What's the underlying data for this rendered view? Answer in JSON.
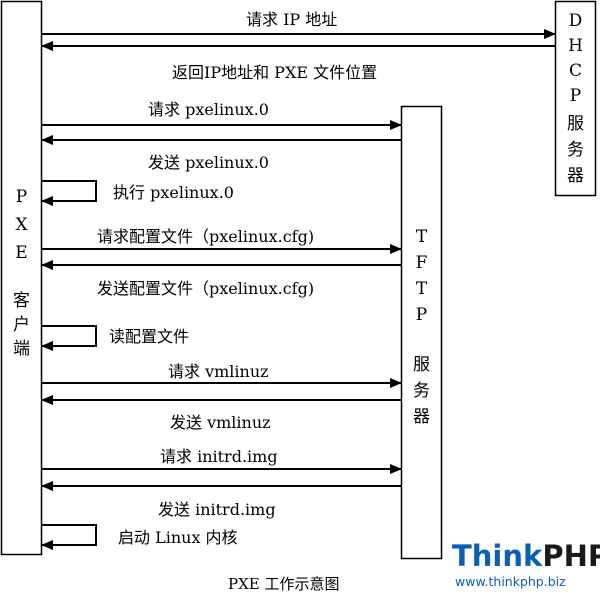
{
  "pxe_client": {
    "label_lines": [
      "P",
      "X",
      "E",
      "客",
      "户",
      "端"
    ]
  },
  "tftp_server": {
    "label_lines": [
      "T",
      "F",
      "T",
      "P",
      "服",
      "务",
      "器"
    ]
  },
  "dhcp_server": {
    "label_lines": [
      "D",
      "H",
      "C",
      "P",
      "服",
      "务",
      "器"
    ]
  },
  "messages": [
    {
      "id": "m1",
      "text": "请求 IP 地址",
      "from": "pxe",
      "to": "dhcp"
    },
    {
      "id": "m2",
      "text": "返回IP地址和 PXE 文件位置",
      "from": "dhcp",
      "to": "pxe"
    },
    {
      "id": "m3",
      "text": "请求 pxelinux.0",
      "from": "pxe",
      "to": "tftp"
    },
    {
      "id": "m4",
      "text": "发送 pxelinux.0",
      "from": "tftp",
      "to": "pxe"
    },
    {
      "id": "m5",
      "text": "执行 pxelinux.0",
      "from": "pxe",
      "to": "pxe"
    },
    {
      "id": "m6",
      "text": "请求配置文件（pxelinux.cfg)",
      "from": "pxe",
      "to": "tftp"
    },
    {
      "id": "m7",
      "text": "发送配置文件（pxelinux.cfg)",
      "from": "tftp",
      "to": "pxe"
    },
    {
      "id": "m8",
      "text": "读配置文件",
      "from": "pxe",
      "to": "pxe"
    },
    {
      "id": "m9",
      "text": "请求 vmlinuz",
      "from": "pxe",
      "to": "tftp"
    },
    {
      "id": "m10",
      "text": "发送 vmlinuz",
      "from": "tftp",
      "to": "pxe"
    },
    {
      "id": "m11",
      "text": "请求 initrd.img",
      "from": "pxe",
      "to": "tftp"
    },
    {
      "id": "m12",
      "text": "发送  initrd.img",
      "from": "tftp",
      "to": "pxe"
    },
    {
      "id": "m13",
      "text": "启动 Linux 内核",
      "from": "pxe",
      "to": "pxe"
    }
  ],
  "caption": "PXE 工作示意图",
  "watermark": {
    "brand_think": "Think",
    "brand_php": "PHP",
    "url": "www.thinkphp.biz",
    "colors": {
      "think": "#0b5fb3",
      "php": "#1a1a1a",
      "url": "#0b5fb3"
    }
  }
}
